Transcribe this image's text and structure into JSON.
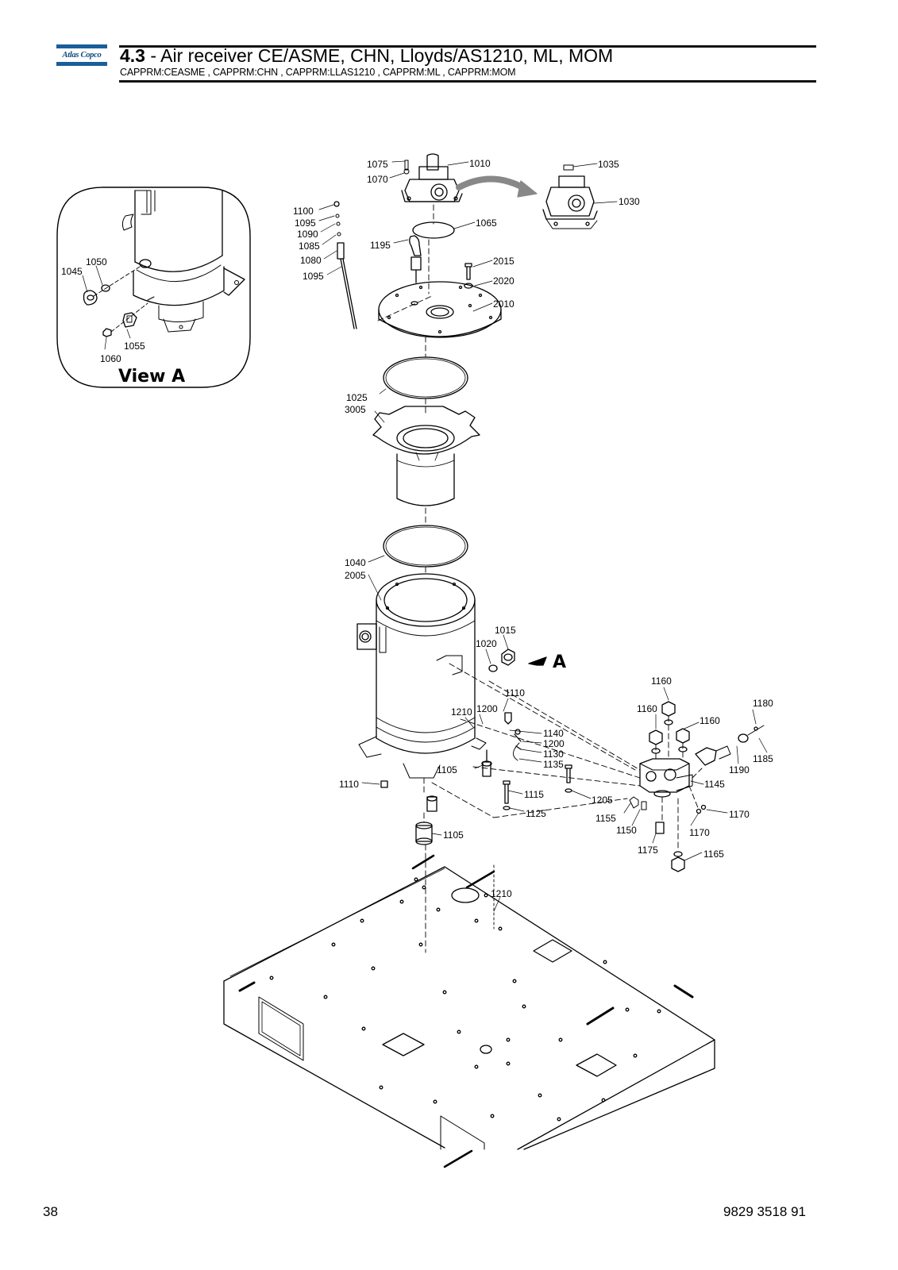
{
  "header": {
    "logo_text": "Atlas Copco",
    "brand_color": "#1a5e9a",
    "section_number": "4.3",
    "title_rest": " - Air receiver CE/ASME, CHN, Lloyds/AS1210, ML, MOM",
    "subtitle": "CAPPRM:CEASME , CAPPRM:CHN , CAPPRM:LLAS1210 , CAPPRM:ML , CAPPRM:MOM"
  },
  "inset": {
    "caption": "View A"
  },
  "view_arrow_label": "A",
  "part_callouts": [
    "1075",
    "1010",
    "1070",
    "1035",
    "1030",
    "1100",
    "1095",
    "1090",
    "1085",
    "1080",
    "1095",
    "1065",
    "1195",
    "2015",
    "2020",
    "2010",
    "1050",
    "1045",
    "1055",
    "1060",
    "1025",
    "3005",
    "1040",
    "2005",
    "1015",
    "1020",
    "1110",
    "1210",
    "1200",
    "1160",
    "1160",
    "1160",
    "1180",
    "1140",
    "1200",
    "1130",
    "1135",
    "1185",
    "1190",
    "1105",
    "1110",
    "1115",
    "1125",
    "1205",
    "1145",
    "1155",
    "1150",
    "1170",
    "1170",
    "1175",
    "1165",
    "1105",
    "1210"
  ],
  "footer": {
    "page_number": "38",
    "doc_number": "9829 3518 91"
  }
}
